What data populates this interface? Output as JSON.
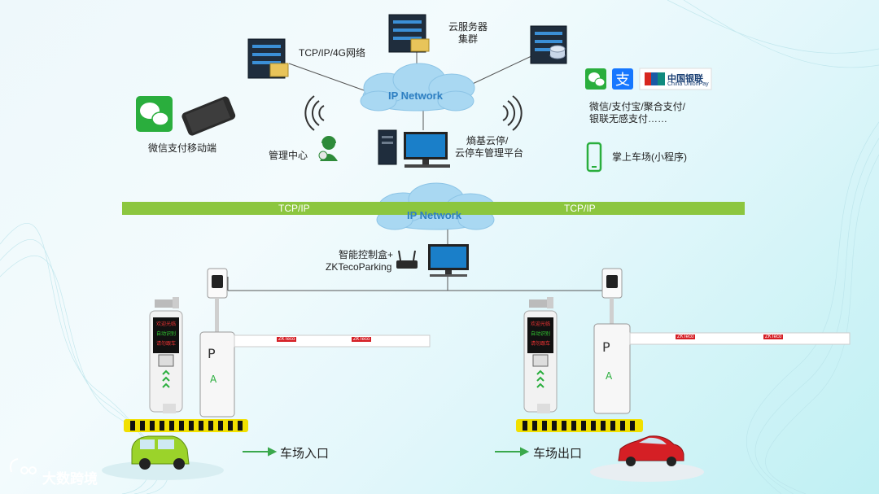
{
  "colors": {
    "accent_green": "#8cc63f",
    "cloud_blue": "#2e7fc2",
    "background": "#eef8fb"
  },
  "top": {
    "network_label": "TCP/IP/4G网络",
    "cloud_server_label_1": "云服务器",
    "cloud_server_label_2": "集群",
    "ip_network": "IP Network",
    "mobile_payment_label": "微信支付移动端",
    "management_center": "管理中心",
    "platform_label_1": "熵基云停/",
    "platform_label_2": "云停车管理平台",
    "payment_methods_1": "微信/支付宝/聚合支付/",
    "payment_methods_2": "银联无感支付……",
    "mini_program": "掌上车场(小程序)",
    "unionpay_cn": "中国银联",
    "unionpay_en": "China UnionPay"
  },
  "middle": {
    "tcpip_left": "TCP/IP",
    "tcpip_right": "TCP/IP",
    "ip_network": "IP Network",
    "controller_label_1": "智能控制盒+",
    "controller_label_2": "ZKTecoParking"
  },
  "bottom": {
    "entrance": "车场入口",
    "exit": "车场出口",
    "brand": "大数跨境",
    "kiosk_lines": [
      "欢迎光临",
      "自动识别",
      "请勿跟车"
    ],
    "barrier_tag": "ZKTeco"
  }
}
